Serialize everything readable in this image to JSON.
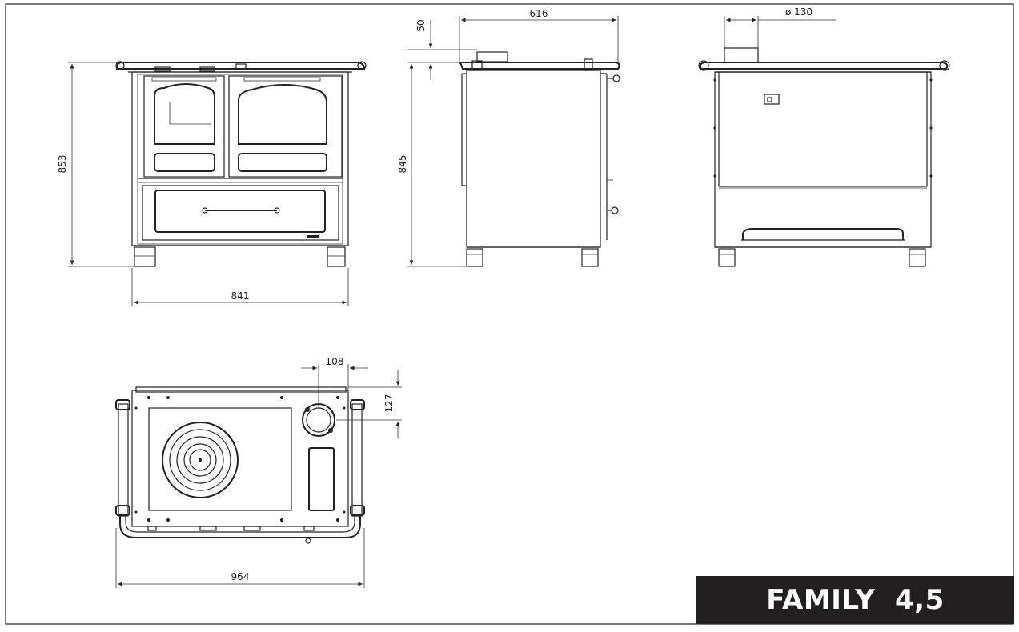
{
  "title": "FAMILY  4,5",
  "dimensions": {
    "front_height": "853",
    "front_width": "841",
    "side_top_offset": "50",
    "side_depth": "616",
    "side_height": "845",
    "flue_diameter": "ø 130",
    "plan_flue_x": "108",
    "plan_flue_y": "127",
    "plan_width": "964"
  }
}
